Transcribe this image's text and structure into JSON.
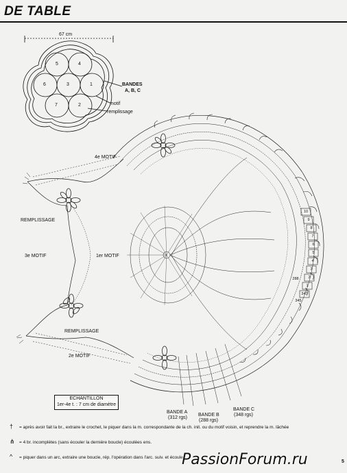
{
  "page": {
    "title": "DE TABLE",
    "page_number": "5"
  },
  "scheme": {
    "dimension": "67 cm",
    "motif_numbers": [
      "5",
      "4",
      "6",
      "3",
      "1",
      "7",
      "2"
    ],
    "labels": {
      "bandes": "BANDES",
      "bandes_abc": "A, B, C",
      "motif": "motif",
      "remplissage": "remplissage"
    }
  },
  "diagram": {
    "labels": {
      "motif4": "4e MOTIF",
      "motif3": "3e MOTIF",
      "motif1": "1er MOTIF",
      "motif2": "2e MOTIF",
      "remplissage_top": "REMPLISSAGE",
      "remplissage_bottom": "REMPLISSAGE",
      "bande_a": "BANDE A",
      "bande_a_count": "(312 rgs)",
      "bande_b": "BANDE B",
      "bande_b_count": "(288 rgs)",
      "bande_c": "BANDE C",
      "bande_c_count": "(348 rgs)"
    },
    "row_numbers": [
      "10",
      "9",
      "8",
      "7",
      "6",
      "5",
      "4",
      "3",
      "2",
      "1",
      "288",
      "347",
      "345"
    ]
  },
  "echantillon": {
    "title": "ECHANTILLON",
    "text": "1er-4e t. : 7 cm de diamètre"
  },
  "legend": [
    {
      "icon": "†",
      "text": "= après avoir fait la br., extraire le crochet, le piquer dans la m. correspondante de la ch. init. ou du motif voisin, et reprendre la m. lâchée"
    },
    {
      "icon": "⋔",
      "text": "= 4 br. incomplètes (sans écouler la dernière boucle) écoulées ens."
    },
    {
      "icon": "^",
      "text": "= piquer dans un arc, extraire une boucle, rép. l'opération dans l'arc. suiv. et écouler ..."
    }
  ],
  "watermark": "PassionForum.ru"
}
